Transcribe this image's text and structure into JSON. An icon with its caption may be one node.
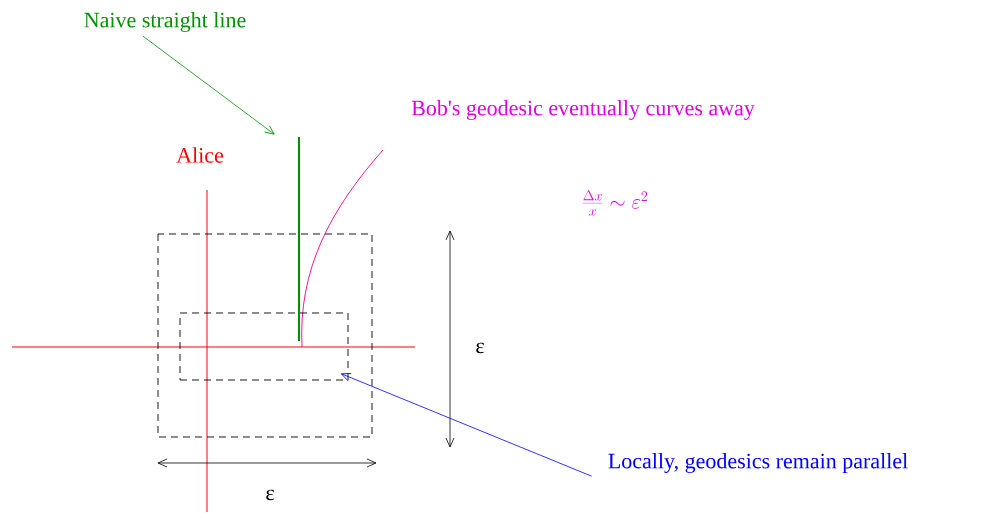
{
  "diagram": {
    "nodes": [
      {
        "text": [
          "Naive straight line"
        ]
      },
      {
        "text": [],
        "shape": "line"
      },
      {
        "text": [
          "Locally, geodesics remain parallel"
        ]
      },
      {
        "text": [],
        "shape": "box"
      }
    ],
    "edges": [
      {
        "from": 0,
        "to": 1,
        "arrow": "to",
        "color": "#009000"
      },
      {
        "from": 2,
        "to": 3,
        "arrow": "to",
        "color": "#0000ff"
      }
    ],
    "labels": [
      "Bob's geodesic eventually curves away",
      "Alice",
      "\\frac{\\Delta x}{x} \\sim \\varepsilon^{2}",
      "ε",
      "ε"
    ]
  }
}
